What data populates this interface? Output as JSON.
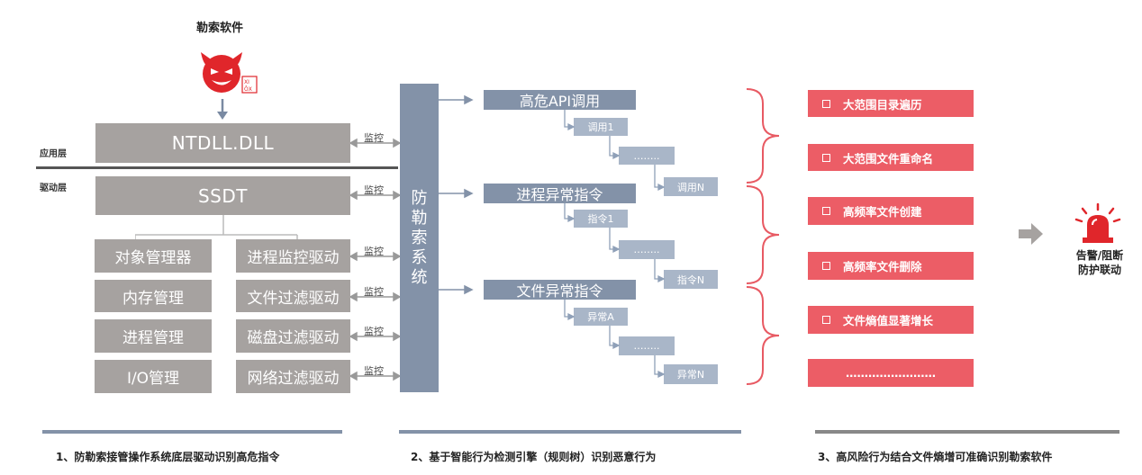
{
  "ransomware": {
    "label": "勒索软件",
    "icon": "devil-icon"
  },
  "layers": {
    "app": "应用层",
    "driver": "驱动层"
  },
  "left": {
    "ntdll": "NTDLL.DLL",
    "ssdt": "SSDT",
    "managers": [
      "对象管理器",
      "内存管理",
      "进程管理",
      "I/O管理"
    ],
    "drivers": [
      "进程监控驱动",
      "文件过滤驱动",
      "磁盘过滤驱动",
      "网络过滤驱动"
    ],
    "monitor": "监控"
  },
  "system": {
    "chars": [
      "防",
      "勒",
      "索",
      "系",
      "统"
    ]
  },
  "categories": [
    {
      "title": "高危API调用",
      "first": "调用1",
      "dots": "……..",
      "last": "调用N"
    },
    {
      "title": "进程异常指令",
      "first": "指令1",
      "dots": "……..",
      "last": "指令N"
    },
    {
      "title": "文件异常指令",
      "first": "异常A",
      "dots": "……..",
      "last": "异常N"
    }
  ],
  "behaviors": [
    "大范围目录遍历",
    "大范围文件重命名",
    "高频率文件创建",
    "高频率文件删除",
    "文件熵值显著增长",
    "……………………"
  ],
  "alarm": {
    "line1": "告警/阻断",
    "line2": "防护联动",
    "icon": "siren-icon"
  },
  "bottom": [
    "1、防勒索接管操作系统底层驱动识别高危指令",
    "2、基于智能行为检测引擎（规则树）识别恶意行为",
    "3、高风险行为结合文件熵增可准确识别勒索软件"
  ],
  "colors": {
    "gray": "#a6a2a0",
    "blue": "#8392a8",
    "light_blue": "#a9b6c8",
    "red": "#ec5d66"
  }
}
